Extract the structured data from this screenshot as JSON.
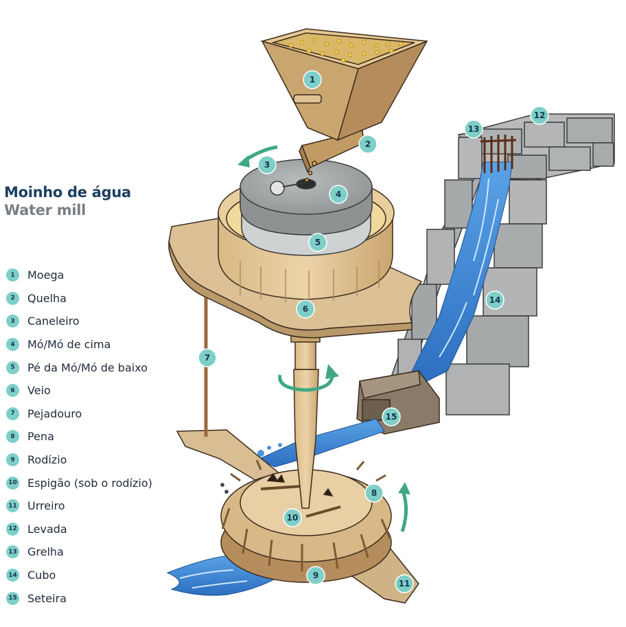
{
  "title": {
    "pt": "Moinho de água",
    "en": "Water mill"
  },
  "legend": [
    {
      "num": "1",
      "label": "Moega"
    },
    {
      "num": "2",
      "label": "Quelha"
    },
    {
      "num": "3",
      "label": "Caneleiro"
    },
    {
      "num": "4",
      "label": "Mó/Mó de cima"
    },
    {
      "num": "5",
      "label": "Pé da Mó/Mó de baixo"
    },
    {
      "num": "6",
      "label": "Veio"
    },
    {
      "num": "7",
      "label": "Pejadouro"
    },
    {
      "num": "8",
      "label": "Pena"
    },
    {
      "num": "9",
      "label": "Rodízio"
    },
    {
      "num": "10",
      "label": "Espigão (sob o rodízio)"
    },
    {
      "num": "11",
      "label": "Urreiro"
    },
    {
      "num": "12",
      "label": "Levada"
    },
    {
      "num": "13",
      "label": "Grelha"
    },
    {
      "num": "14",
      "label": "Cubo"
    },
    {
      "num": "15",
      "label": "Seteira"
    }
  ],
  "colors": {
    "badge": "#7dcfc7",
    "title": "#1d3f63",
    "subtitle": "#7a7f84",
    "water": "#3a86d4",
    "wood": "#e2c496",
    "stone": "#a9acad"
  }
}
